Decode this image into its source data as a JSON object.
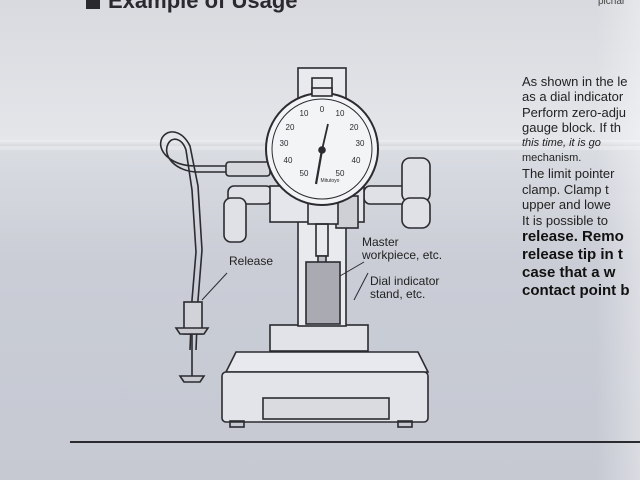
{
  "section": {
    "heading": "Example of Usage",
    "corner_text": "pichar"
  },
  "labels": {
    "release": "Release",
    "master_line1": "Master",
    "master_line2": "workpiece, etc.",
    "stand_line1": "Dial indicator",
    "stand_line2": "stand, etc."
  },
  "dial": {
    "scale_top": [
      "10",
      "0",
      "10"
    ],
    "scale_left": [
      "20",
      "30",
      "40",
      "50"
    ],
    "scale_right": [
      "20",
      "30",
      "40",
      "50"
    ],
    "brand": "Mitutoyo"
  },
  "paragraph_lines": [
    {
      "text": "As shown in the le",
      "style": ""
    },
    {
      "text": "as a dial indicator",
      "style": ""
    },
    {
      "text": "Perform zero-adju",
      "style": ""
    },
    {
      "text": "gauge block. If th",
      "style": ""
    },
    {
      "text": "this time, it is go",
      "style": "ital"
    },
    {
      "text": "mechanism.",
      "style": "small"
    },
    {
      "text": "The limit pointer",
      "style": ""
    },
    {
      "text": "clamp. Clamp t",
      "style": ""
    },
    {
      "text": "upper and lowe",
      "style": ""
    },
    {
      "text": "It is possible to",
      "style": ""
    },
    {
      "text": "release. Remo",
      "style": "bold"
    },
    {
      "text": "release tip in t",
      "style": "bold"
    },
    {
      "text": "case that a w",
      "style": "bold"
    },
    {
      "text": "contact point b",
      "style": "bold"
    }
  ]
}
